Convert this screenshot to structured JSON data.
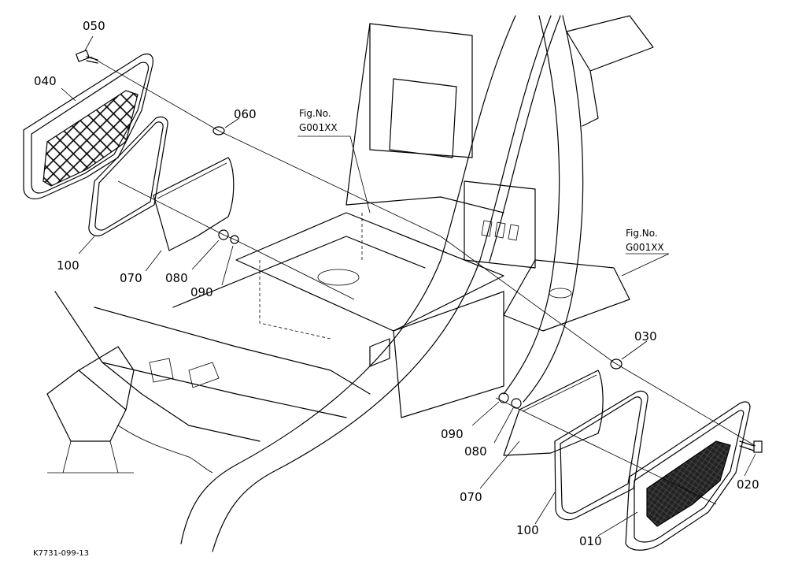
{
  "parts": {
    "p010": "010",
    "p020": "020",
    "p030": "030",
    "p040": "040",
    "p050": "050",
    "p060": "060",
    "p070_left": "070",
    "p070_right": "070",
    "p080_left": "080",
    "p080_right": "080",
    "p090_left": "090",
    "p090_right": "090",
    "p100_left": "100",
    "p100_right": "100"
  },
  "references": {
    "upper_fig_label": "Fig.No.",
    "upper_fig_code": "G001XX",
    "lower_fig_label": "Fig.No.",
    "lower_fig_code": "G001XX"
  },
  "drawing_code": "K7731-099-13"
}
